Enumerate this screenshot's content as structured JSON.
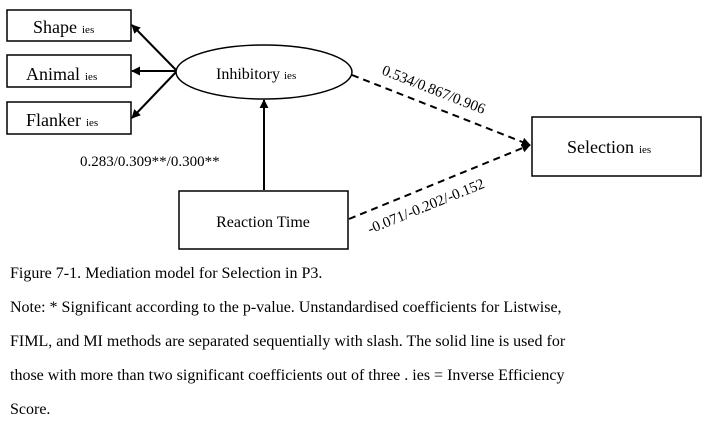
{
  "diagram": {
    "nodes": {
      "shape": {
        "label": "Shape",
        "subscript": "ies"
      },
      "animal": {
        "label": "Animal",
        "subscript": "ies"
      },
      "flanker": {
        "label": "Flanker",
        "subscript": "ies"
      },
      "inhibitory": {
        "label": "Inhibitory",
        "subscript": "ies"
      },
      "selection": {
        "label": "Selection",
        "subscript": "ies"
      },
      "reaction_time": {
        "label": "Reaction Time"
      }
    },
    "paths": {
      "rt_to_inhibitory": {
        "label": "0.283/0.309**/0.300**",
        "style": "solid"
      },
      "inhibitory_to_selection": {
        "label": "0.534/0.867/0.906",
        "style": "dashed"
      },
      "rt_to_selection": {
        "label": "-0.071/-0.202/-0.152",
        "style": "dashed"
      },
      "inhibitory_to_indicators": {
        "style": "solid"
      }
    }
  },
  "caption": {
    "title": "Figure 7-1. Mediation model for Selection in P3.",
    "note_line1": "Note: * Significant according to the p-value. Unstandardised coefficients for Listwise,",
    "note_line2": "FIML, and MI methods are separated sequentially with slash. The solid line is used for",
    "note_line3": "those with more than two significant coefficients out of three . ies = Inverse Efficiency",
    "note_line4": "Score."
  }
}
